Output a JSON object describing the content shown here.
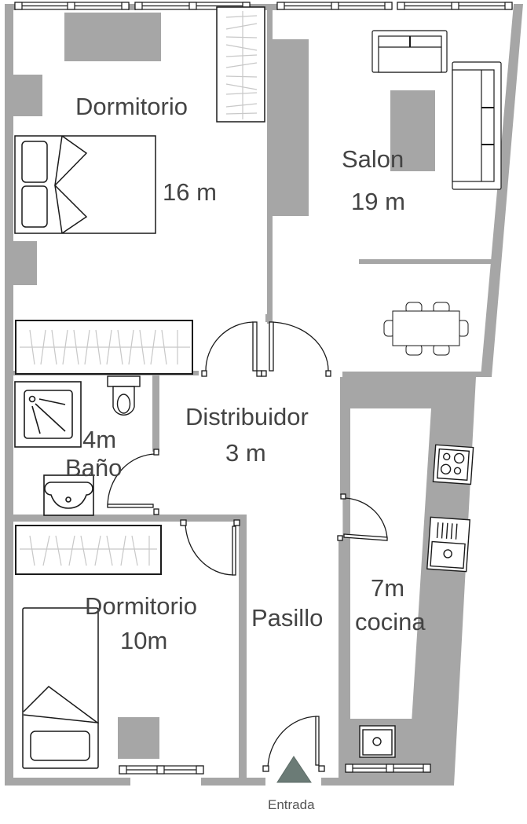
{
  "plan": {
    "wall_color": "#a6a6a6",
    "furniture_fill": "#a6a6a6",
    "line_color": "#1a1a1a",
    "entry_marker_color": "#6b7b76"
  },
  "rooms": {
    "dormitorio_main": {
      "name": "Dormitorio",
      "area": "16 m"
    },
    "salon": {
      "name": "Salon",
      "area": "19 m"
    },
    "bano": {
      "area": "4m",
      "name": "Baño"
    },
    "distribuidor": {
      "name": "Distribuidor",
      "area": "3 m"
    },
    "dormitorio_second": {
      "name": "Dormitorio",
      "area": "10m"
    },
    "pasillo": {
      "name": "Pasillo"
    },
    "cocina": {
      "area": "7m",
      "name": "cocina"
    }
  },
  "entrance": {
    "label": "Entrada"
  }
}
